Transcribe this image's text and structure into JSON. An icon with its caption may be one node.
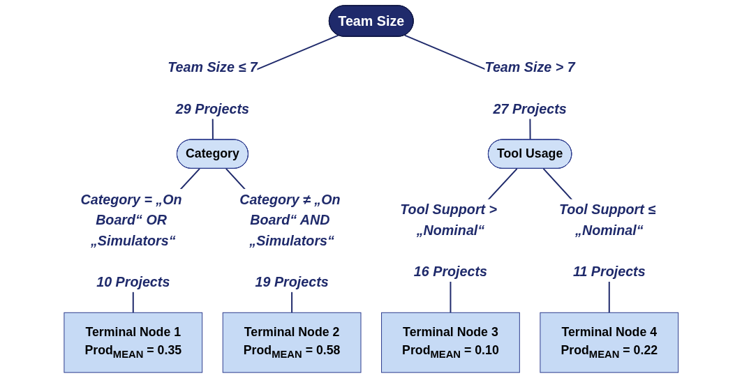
{
  "diagram": {
    "nodes": [
      {
        "text": [
          "Team Size"
        ]
      },
      {
        "text": [
          "Category"
        ],
        "beside": [
          "29 Projects"
        ]
      },
      {
        "text": [
          "Tool Usage"
        ],
        "beside": [
          "27 Projects"
        ]
      },
      {
        "text": [
          "Terminal Node 1",
          "Prod$_{MEAN}$ = 0.35"
        ],
        "beside": [
          "10 Projects"
        ]
      },
      {
        "text": [
          "Terminal Node 2",
          "Prod$_{MEAN}$ = 0.58"
        ],
        "beside": [
          "19 Projects"
        ]
      },
      {
        "text": [
          "Terminal Node 3",
          "Prod$_{MEAN}$ = 0.10"
        ],
        "beside": [
          "16 Projects"
        ]
      },
      {
        "text": [
          "Terminal Node 4",
          "Prod$_{MEAN}$ = 0.22"
        ],
        "beside": [
          "11 Projects"
        ]
      }
    ],
    "edges": [
      {
        "from": 0,
        "to": 1,
        "arrow": "none",
        "label": "Team Size ≤ 7"
      },
      {
        "from": 0,
        "to": 2,
        "arrow": "none",
        "label": "Team Size > 7"
      },
      {
        "from": 1,
        "to": 3,
        "arrow": "none",
        "label": "Category = „On Board“ OR „Simulators“"
      },
      {
        "from": 1,
        "to": 4,
        "arrow": "none",
        "label": "Category ≠ „On Board“ AND „Simulators“"
      },
      {
        "from": 2,
        "to": 5,
        "arrow": "none",
        "label": "Tool Support > „Nominal“"
      },
      {
        "from": 2,
        "to": 6,
        "arrow": "none",
        "label": "Tool Support ≤ „Nominal“"
      }
    ]
  }
}
